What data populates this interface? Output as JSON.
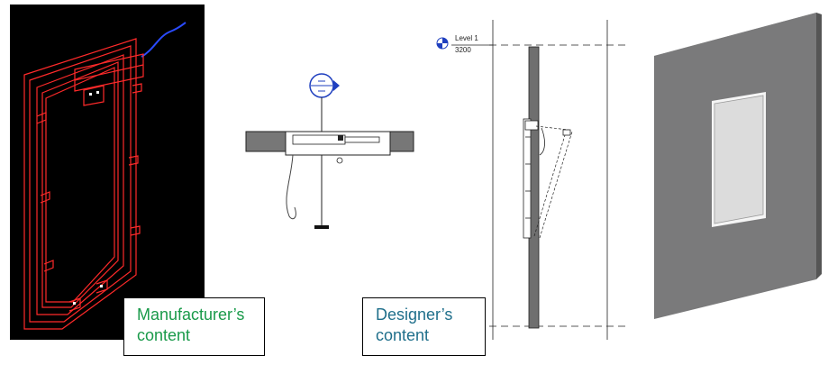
{
  "captions": {
    "manufacturer": [
      "Manufacturer’s",
      "content"
    ],
    "designer": [
      "Designer’s",
      "content"
    ]
  },
  "level_tag": {
    "name": "Level 1",
    "elevation": "3200"
  },
  "colors": {
    "cad_background": "#000000",
    "cad_outline": "#ff2a2a",
    "cad_cable": "#2a4bff",
    "wall_3d": "#7a7a7b",
    "manufacturer_text": "#1a9a4a",
    "designer_text": "#1f6f8b",
    "level_marker": "#1f3fbf"
  }
}
